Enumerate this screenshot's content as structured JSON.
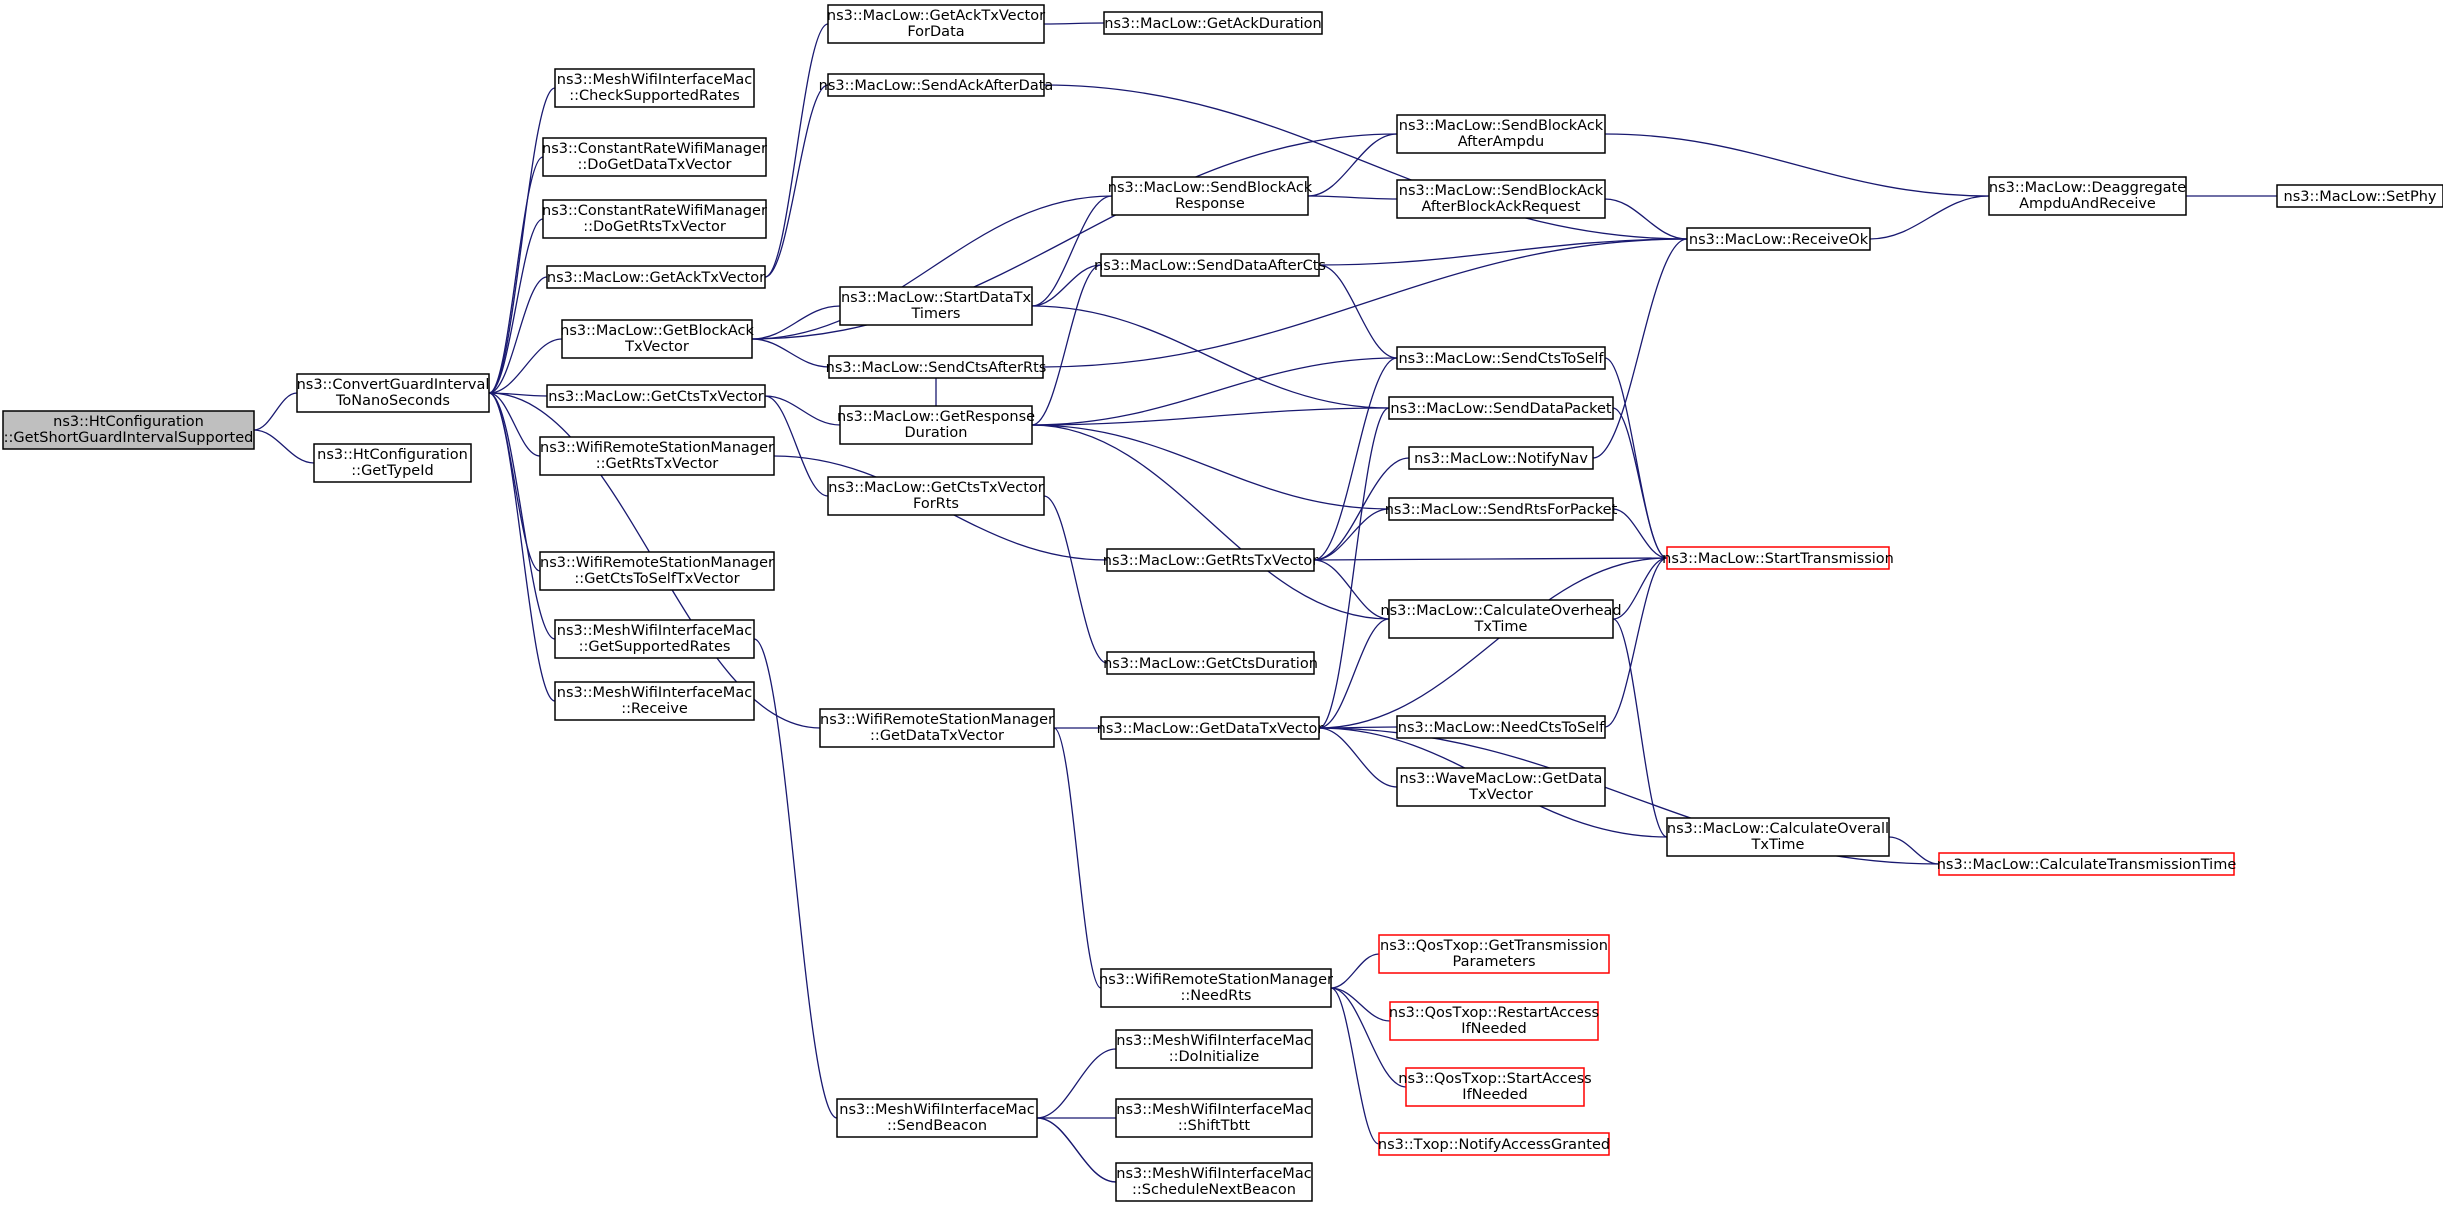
{
  "diagram": {
    "colors": {
      "edge": "#191970",
      "node_border": "#000000",
      "external_border": "#ff0000",
      "focus_fill": "#bfbfbf",
      "background": "#ffffff"
    },
    "nodes": [
      {
        "id": "n1",
        "lines": [
          "ns3::HtConfiguration",
          "::GetShortGuardIntervalSupported"
        ],
        "style": "focus"
      },
      {
        "id": "n2",
        "lines": [
          "ns3::ConvertGuardInterval",
          "ToNanoSeconds"
        ]
      },
      {
        "id": "n3",
        "lines": [
          "ns3::HtConfiguration",
          "::GetTypeId"
        ]
      },
      {
        "id": "n4",
        "lines": [
          "ns3::MeshWifiInterfaceMac",
          "::CheckSupportedRates"
        ]
      },
      {
        "id": "n5",
        "lines": [
          "ns3::ConstantRateWifiManager",
          "::DoGetDataTxVector"
        ]
      },
      {
        "id": "n6",
        "lines": [
          "ns3::ConstantRateWifiManager",
          "::DoGetRtsTxVector"
        ]
      },
      {
        "id": "n7",
        "lines": [
          "ns3::MacLow::GetAckTxVector"
        ]
      },
      {
        "id": "n8",
        "lines": [
          "ns3::MacLow::GetBlockAck",
          "TxVector"
        ]
      },
      {
        "id": "n9",
        "lines": [
          "ns3::MacLow::GetCtsTxVector"
        ]
      },
      {
        "id": "n10",
        "lines": [
          "ns3::WifiRemoteStationManager",
          "::GetRtsTxVector"
        ]
      },
      {
        "id": "n11",
        "lines": [
          "ns3::WifiRemoteStationManager",
          "::GetCtsToSelfTxVector"
        ]
      },
      {
        "id": "n12",
        "lines": [
          "ns3::MeshWifiInterfaceMac",
          "::GetSupportedRates"
        ]
      },
      {
        "id": "n13",
        "lines": [
          "ns3::MeshWifiInterfaceMac",
          "::Receive"
        ]
      },
      {
        "id": "n14",
        "lines": [
          "ns3::WifiRemoteStationManager",
          "::GetDataTxVector"
        ]
      },
      {
        "id": "n15",
        "lines": [
          "ns3::MeshWifiInterfaceMac",
          "::SendBeacon"
        ]
      },
      {
        "id": "n16",
        "lines": [
          "ns3::MacLow::GetAckTxVector",
          "ForData"
        ]
      },
      {
        "id": "n17",
        "lines": [
          "ns3::MacLow::SendAckAfterData"
        ]
      },
      {
        "id": "n18",
        "lines": [
          "ns3::MacLow::StartDataTx",
          "Timers"
        ]
      },
      {
        "id": "n19",
        "lines": [
          "ns3::MacLow::SendCtsAfterRts"
        ]
      },
      {
        "id": "n20",
        "lines": [
          "ns3::MacLow::GetResponse",
          "Duration"
        ]
      },
      {
        "id": "n21",
        "lines": [
          "ns3::MacLow::GetCtsTxVector",
          "ForRts"
        ]
      },
      {
        "id": "n22",
        "lines": [
          "ns3::MacLow::GetAckDuration"
        ]
      },
      {
        "id": "n23",
        "lines": [
          "ns3::MacLow::SendBlockAck",
          "Response"
        ]
      },
      {
        "id": "n24",
        "lines": [
          "ns3::MacLow::SendDataAfterCts"
        ]
      },
      {
        "id": "n25",
        "lines": [
          "ns3::MacLow::GetRtsTxVector"
        ]
      },
      {
        "id": "n26",
        "lines": [
          "ns3::MacLow::GetCtsDuration"
        ]
      },
      {
        "id": "n27",
        "lines": [
          "ns3::MacLow::GetDataTxVector"
        ]
      },
      {
        "id": "n28",
        "lines": [
          "ns3::WifiRemoteStationManager",
          "::NeedRts"
        ]
      },
      {
        "id": "n29",
        "lines": [
          "ns3::MeshWifiInterfaceMac",
          "::DoInitialize"
        ]
      },
      {
        "id": "n30",
        "lines": [
          "ns3::MeshWifiInterfaceMac",
          "::ShiftTbtt"
        ]
      },
      {
        "id": "n31",
        "lines": [
          "ns3::MeshWifiInterfaceMac",
          "::ScheduleNextBeacon"
        ]
      },
      {
        "id": "n32",
        "lines": [
          "ns3::MacLow::SendBlockAck",
          "AfterAmpdu"
        ]
      },
      {
        "id": "n33",
        "lines": [
          "ns3::MacLow::SendBlockAck",
          "AfterBlockAckRequest"
        ]
      },
      {
        "id": "n34",
        "lines": [
          "ns3::MacLow::SendCtsToSelf"
        ]
      },
      {
        "id": "n35",
        "lines": [
          "ns3::MacLow::SendDataPacket"
        ]
      },
      {
        "id": "n36",
        "lines": [
          "ns3::MacLow::NotifyNav"
        ]
      },
      {
        "id": "n37",
        "lines": [
          "ns3::MacLow::SendRtsForPacket"
        ]
      },
      {
        "id": "n38",
        "lines": [
          "ns3::MacLow::CalculateOverhead",
          "TxTime"
        ]
      },
      {
        "id": "n39",
        "lines": [
          "ns3::MacLow::NeedCtsToSelf"
        ]
      },
      {
        "id": "n40",
        "lines": [
          "ns3::WaveMacLow::GetData",
          "TxVector"
        ]
      },
      {
        "id": "n41",
        "lines": [
          "ns3::QosTxop::GetTransmission",
          "Parameters"
        ],
        "style": "red"
      },
      {
        "id": "n42",
        "lines": [
          "ns3::QosTxop::RestartAccess",
          "IfNeeded"
        ],
        "style": "red"
      },
      {
        "id": "n43",
        "lines": [
          "ns3::QosTxop::StartAccess",
          "IfNeeded"
        ],
        "style": "red"
      },
      {
        "id": "n44",
        "lines": [
          "ns3::Txop::NotifyAccessGranted"
        ],
        "style": "red"
      },
      {
        "id": "n45",
        "lines": [
          "ns3::MacLow::ReceiveOk"
        ]
      },
      {
        "id": "n46",
        "lines": [
          "ns3::MacLow::StartTransmission"
        ],
        "style": "red"
      },
      {
        "id": "n47",
        "lines": [
          "ns3::MacLow::CalculateOverall",
          "TxTime"
        ]
      },
      {
        "id": "n48",
        "lines": [
          "ns3::MacLow::CalculateTransmissionTime"
        ],
        "style": "red"
      },
      {
        "id": "n49",
        "lines": [
          "ns3::MacLow::Deaggregate",
          "AmpduAndReceive"
        ]
      },
      {
        "id": "n50",
        "lines": [
          "ns3::MacLow::SetPhy"
        ]
      }
    ],
    "edges": [
      [
        "n2",
        "n1"
      ],
      [
        "n3",
        "n1"
      ],
      [
        "n4",
        "n2"
      ],
      [
        "n5",
        "n2"
      ],
      [
        "n6",
        "n2"
      ],
      [
        "n7",
        "n2"
      ],
      [
        "n8",
        "n2"
      ],
      [
        "n9",
        "n2"
      ],
      [
        "n10",
        "n2"
      ],
      [
        "n11",
        "n2"
      ],
      [
        "n12",
        "n2"
      ],
      [
        "n13",
        "n2"
      ],
      [
        "n14",
        "n2"
      ],
      [
        "n16",
        "n7"
      ],
      [
        "n17",
        "n7"
      ],
      [
        "n18",
        "n8"
      ],
      [
        "n19",
        "n8"
      ],
      [
        "n23",
        "n8"
      ],
      [
        "n32",
        "n8"
      ],
      [
        "n20",
        "n9"
      ],
      [
        "n21",
        "n9"
      ],
      [
        "n25",
        "n10"
      ],
      [
        "n15",
        "n12"
      ],
      [
        "n27",
        "n14"
      ],
      [
        "n28",
        "n14"
      ],
      [
        "n22",
        "n16"
      ],
      [
        "n45",
        "n17"
      ],
      [
        "n23",
        "n18"
      ],
      [
        "n24",
        "n18"
      ],
      [
        "n35",
        "n18"
      ],
      [
        "n24",
        "n20"
      ],
      [
        "n34",
        "n20"
      ],
      [
        "n35",
        "n20"
      ],
      [
        "n37",
        "n20"
      ],
      [
        "n38",
        "n20"
      ],
      [
        "n19",
        "n20"
      ],
      [
        "n26",
        "n21"
      ],
      [
        "n32",
        "n23"
      ],
      [
        "n33",
        "n23"
      ],
      [
        "n34",
        "n24"
      ],
      [
        "n45",
        "n24"
      ],
      [
        "n34",
        "n25"
      ],
      [
        "n36",
        "n25"
      ],
      [
        "n37",
        "n25"
      ],
      [
        "n38",
        "n25"
      ],
      [
        "n46",
        "n25"
      ],
      [
        "n35",
        "n27"
      ],
      [
        "n38",
        "n27"
      ],
      [
        "n39",
        "n27"
      ],
      [
        "n40",
        "n27"
      ],
      [
        "n46",
        "n27"
      ],
      [
        "n47",
        "n27"
      ],
      [
        "n48",
        "n27"
      ],
      [
        "n41",
        "n28"
      ],
      [
        "n42",
        "n28"
      ],
      [
        "n43",
        "n28"
      ],
      [
        "n44",
        "n28"
      ],
      [
        "n29",
        "n15"
      ],
      [
        "n30",
        "n15"
      ],
      [
        "n31",
        "n15"
      ],
      [
        "n15",
        "n31"
      ],
      [
        "n49",
        "n32"
      ],
      [
        "n45",
        "n33"
      ],
      [
        "n45",
        "n36"
      ],
      [
        "n45",
        "n19"
      ],
      [
        "n46",
        "n34"
      ],
      [
        "n46",
        "n35"
      ],
      [
        "n46",
        "n37"
      ],
      [
        "n46",
        "n38"
      ],
      [
        "n46",
        "n39"
      ],
      [
        "n47",
        "n38"
      ],
      [
        "n48",
        "n47"
      ],
      [
        "n49",
        "n45"
      ],
      [
        "n50",
        "n49"
      ]
    ]
  }
}
